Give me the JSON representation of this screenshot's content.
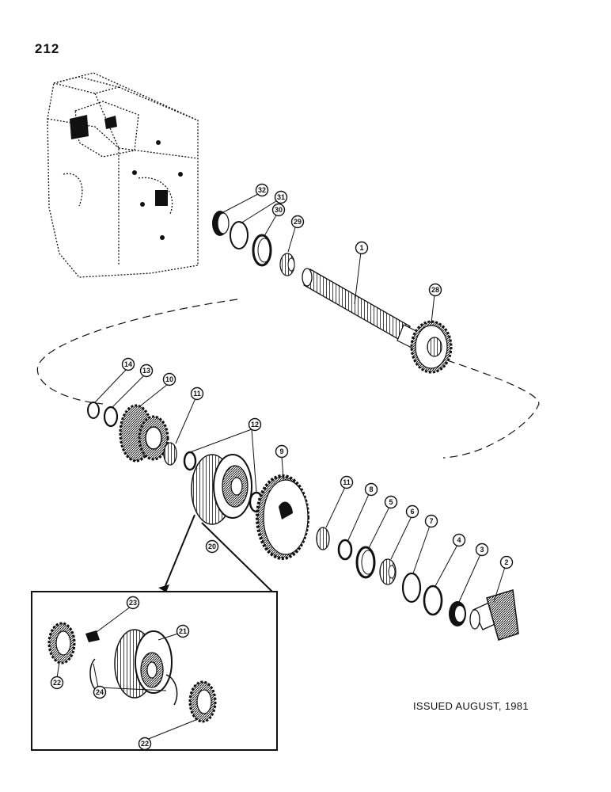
{
  "page": {
    "number": "212",
    "issued": "ISSUED AUGUST, 1981"
  },
  "callouts": [
    "1",
    "2",
    "3",
    "4",
    "5",
    "6",
    "7",
    "8",
    "9",
    "10",
    "11",
    "12",
    "13",
    "14",
    "20",
    "21",
    "22",
    "23",
    "24",
    "28",
    "29",
    "30",
    "31",
    "32"
  ]
}
